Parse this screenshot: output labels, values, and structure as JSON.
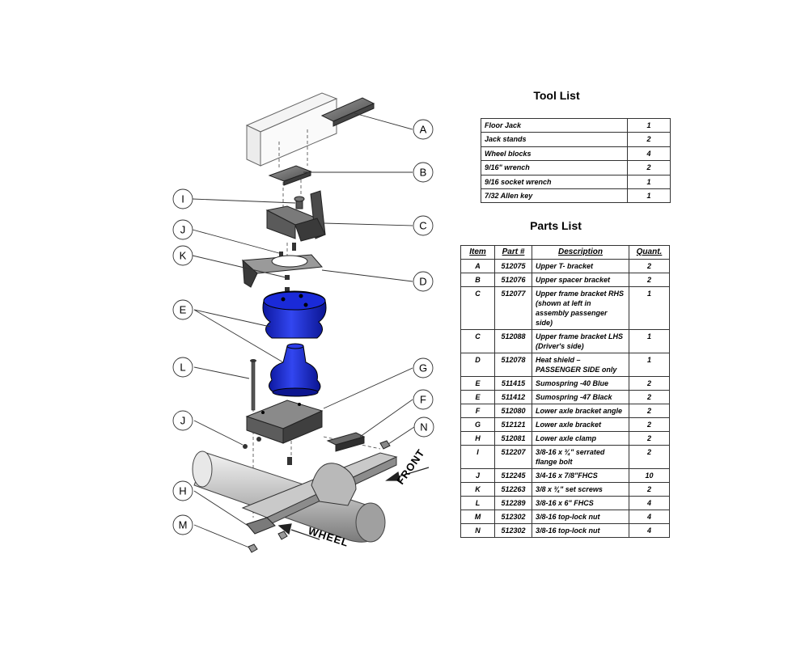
{
  "tool_list": {
    "title": "Tool List",
    "rows": [
      {
        "tool": "Floor Jack",
        "qty": "1"
      },
      {
        "tool": "Jack stands",
        "qty": "2"
      },
      {
        "tool": "Wheel blocks",
        "qty": "4"
      },
      {
        "tool": "9/16\" wrench",
        "qty": "2"
      },
      {
        "tool": "9/16 socket wrench",
        "qty": "1"
      },
      {
        "tool": "7/32 Allen key",
        "qty": "1"
      }
    ]
  },
  "parts_list": {
    "title": "Parts List",
    "headers": {
      "item": "Item",
      "part": "Part #",
      "description": "Description",
      "quantity": "Quant."
    },
    "rows": [
      {
        "item": "A",
        "part": "512075",
        "description": "Upper T- bracket",
        "qty": "2"
      },
      {
        "item": "B",
        "part": "512076",
        "description": "Upper spacer bracket",
        "qty": "2"
      },
      {
        "item": "C",
        "part": "512077",
        "description": "Upper frame bracket RHS (shown at left in assembly passenger side)",
        "qty": "1"
      },
      {
        "item": "C",
        "part": "512088",
        "description": "Upper frame bracket LHS (Driver's side)",
        "qty": "1"
      },
      {
        "item": "D",
        "part": "512078",
        "description": "Heat shield – PASSENGER SIDE only",
        "qty": "1"
      },
      {
        "item": "E",
        "part": "511415",
        "description": "Sumospring -40 Blue",
        "qty": "2"
      },
      {
        "item": "E",
        "part": "511412",
        "description": "Sumospring -47 Black",
        "qty": "2"
      },
      {
        "item": "F",
        "part": "512080",
        "description": "Lower axle bracket angle",
        "qty": "2"
      },
      {
        "item": "G",
        "part": "512121",
        "description": "Lower axle bracket",
        "qty": "2"
      },
      {
        "item": "H",
        "part": "512081",
        "description": "Lower axle clamp",
        "qty": "2"
      },
      {
        "item": "I",
        "part": "512207",
        "description": "3/8-16 x ¾\" serrated flange bolt",
        "qty": "2"
      },
      {
        "item": "J",
        "part": "512245",
        "description": "3/4-16 x 7/8\"FHCS",
        "qty": "10"
      },
      {
        "item": "K",
        "part": "512263",
        "description": "3/8 x ¾\" set screws",
        "qty": "2"
      },
      {
        "item": "L",
        "part": "512289",
        "description": "3/8-16 x 6\" FHCS",
        "qty": "4"
      },
      {
        "item": "M",
        "part": "512302",
        "description": "3/8-16 top-lock nut",
        "qty": "4"
      },
      {
        "item": "N",
        "part": "512302",
        "description": "3/8-16 top-lock nut",
        "qty": "4"
      }
    ]
  },
  "diagram": {
    "callouts": {
      "A": "A",
      "B": "B",
      "C": "C",
      "D": "D",
      "E": "E",
      "F": "F",
      "G": "G",
      "I": "I",
      "J1": "J",
      "K": "K",
      "L": "L",
      "J2": "J",
      "N": "N",
      "H": "H",
      "M": "M"
    },
    "direction_labels": {
      "front": "FRONT",
      "wheel": "WHEEL"
    },
    "colors": {
      "spring_blue": "#1f2fd0",
      "metal_gray": "#8a8a8a",
      "outline": "#222222"
    }
  }
}
